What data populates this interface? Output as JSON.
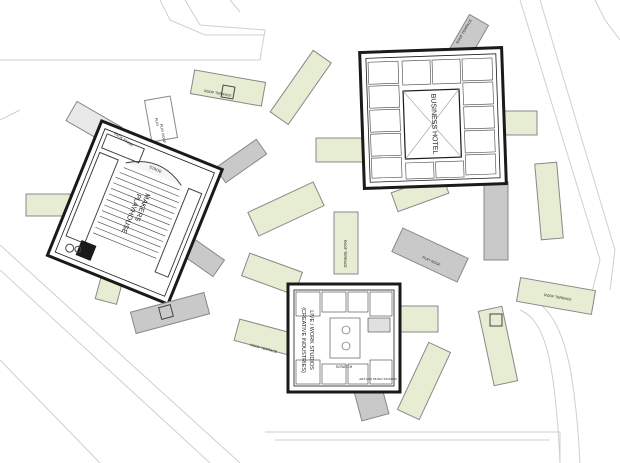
{
  "buildings": {
    "playhouse": {
      "name_line1": "MAKERS",
      "name_line2": "PLAYHOUSE",
      "stage_label": "STAGE",
      "outdoor_label": "PLAY",
      "back_stage_label": "BACK STAGE"
    },
    "hotel": {
      "name": "BUSINESS HOTEL"
    },
    "studios": {
      "name_line1": "LIVE / WORK STUDIOS",
      "name_line2": "(CREATIVE INDUSTRIES)",
      "art_label": "ART AND MUSIC STUDIOS",
      "scratch_label": "SCRATCH"
    }
  },
  "terraces": {
    "roof_terrace_1": "ROOF TERRACE",
    "roof_terrace_2": "ROOF TERRACE",
    "roof_terrace_3": "ROOF TERRACE",
    "roof_terrace_4": "ROOF TERRACE",
    "roof_terrace_5": "ROOF TERRACE",
    "play_roof_1": "PLAY ROOF",
    "play_roof_2": "PLAY ROOF"
  },
  "colors": {
    "green_roof": "#e6edd3",
    "grey_roof": "#c9c9c9",
    "wall": "#1a1a1a",
    "site_line": "#cfcfcf"
  }
}
